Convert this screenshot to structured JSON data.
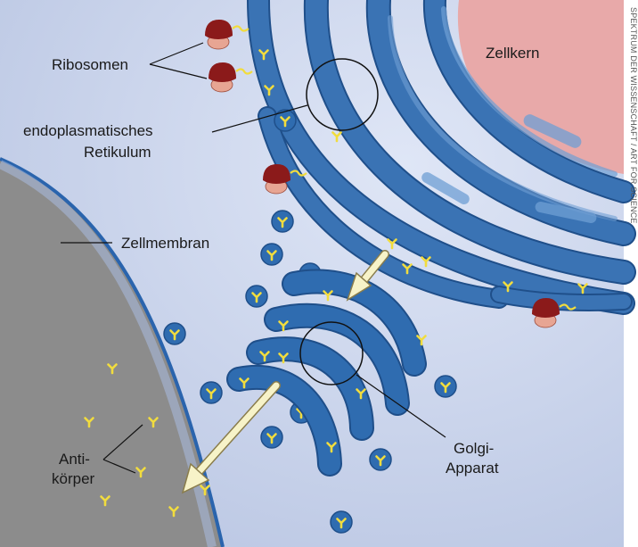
{
  "labels": {
    "zellkern": "Zellkern",
    "ribosomen": "Ribosomen",
    "er_line1": "endoplasmatisches",
    "er_line2": "Retikulum",
    "zellmembran": "Zellmembran",
    "golgi_line1": "Golgi-",
    "golgi_line2": "Apparat",
    "antikoerper_line1": "Anti-",
    "antikoerper_line2": "körper"
  },
  "credit": "SPEKTRUM DER WISSENSCHAFT / ART FOR SCIENCE",
  "colors": {
    "cytoplasm": "#c9d3eb",
    "outside": "#8c8c8c",
    "nucleus": "#e8a9a9",
    "er": "#3a73b4",
    "er_light": "#6f9fd4",
    "antibody": "#f1dc3e",
    "ribosome_dark": "#8b1a1a",
    "ribosome_light": "#e7a593",
    "arrow": "#f7f3c8"
  }
}
